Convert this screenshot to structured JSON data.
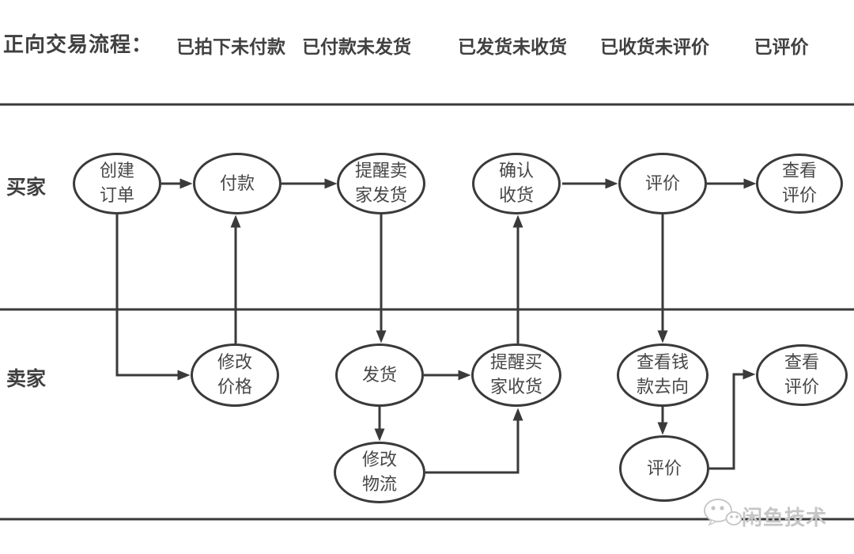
{
  "header": {
    "title": "正向交易流程：",
    "stages": [
      "已拍下未付款",
      "已付款未发货",
      "已发货未收货",
      "已收货未评价",
      "已评价"
    ]
  },
  "lanes": {
    "buyer": "买家",
    "seller": "卖家"
  },
  "nodes": {
    "buyer": [
      {
        "id": "create-order",
        "label": "创建\n订单"
      },
      {
        "id": "pay",
        "label": "付款"
      },
      {
        "id": "remind-seller-ship",
        "label": "提醒卖\n家发货"
      },
      {
        "id": "confirm-receipt",
        "label": "确认\n收货"
      },
      {
        "id": "review",
        "label": "评价"
      },
      {
        "id": "view-review",
        "label": "查看\n评价"
      }
    ],
    "seller": [
      {
        "id": "modify-price",
        "label": "修改\n价格"
      },
      {
        "id": "ship",
        "label": "发货"
      },
      {
        "id": "remind-buyer-receive",
        "label": "提醒买\n家收货"
      },
      {
        "id": "view-money-flow",
        "label": "查看钱\n款去向"
      },
      {
        "id": "modify-logistics",
        "label": "修改\n物流"
      },
      {
        "id": "review",
        "label": "评价"
      },
      {
        "id": "view-review",
        "label": "查看\n评价"
      }
    ]
  },
  "edges": [
    {
      "from": "buyer.create-order",
      "to": "buyer.pay"
    },
    {
      "from": "buyer.pay",
      "to": "buyer.remind-seller-ship"
    },
    {
      "from": "buyer.confirm-receipt",
      "to": "buyer.review"
    },
    {
      "from": "buyer.review",
      "to": "buyer.view-review"
    },
    {
      "from": "buyer.create-order",
      "to": "seller.modify-price"
    },
    {
      "from": "seller.modify-price",
      "to": "buyer.pay"
    },
    {
      "from": "buyer.remind-seller-ship",
      "to": "seller.ship"
    },
    {
      "from": "seller.ship",
      "to": "seller.remind-buyer-receive"
    },
    {
      "from": "seller.ship",
      "to": "seller.modify-logistics"
    },
    {
      "from": "seller.modify-logistics",
      "to": "seller.remind-buyer-receive"
    },
    {
      "from": "seller.remind-buyer-receive",
      "to": "buyer.confirm-receipt"
    },
    {
      "from": "buyer.review",
      "to": "seller.view-money-flow"
    },
    {
      "from": "seller.view-money-flow",
      "to": "seller.review"
    },
    {
      "from": "seller.review",
      "to": "seller.view-review"
    }
  ],
  "watermark": {
    "text": "闲鱼技术"
  },
  "colors": {
    "line": "#3a3a3a",
    "text": "#404040",
    "watermark": "#c6c6c6",
    "background": "#ffffff"
  }
}
